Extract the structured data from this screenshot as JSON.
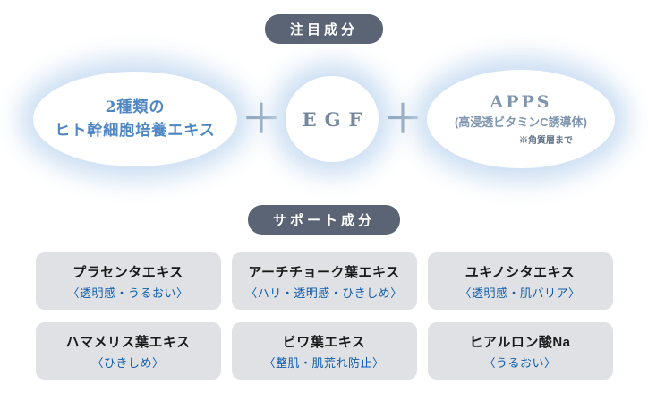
{
  "featured": {
    "badge": "注目成分",
    "plus": "＋",
    "stem_cell": {
      "line1": "2種類の",
      "line2": "ヒト幹細胞培養エキス"
    },
    "egf": "EGF",
    "apps": {
      "line1": "APPS",
      "line2": "(高浸透ビタミンC誘導体)",
      "note": "※角質層まで"
    }
  },
  "support": {
    "badge": "サポート成分",
    "cards": [
      {
        "title": "プラセンタエキス",
        "subtitle": "〈透明感・うるおい〉"
      },
      {
        "title": "アーチチョーク葉エキス",
        "subtitle": "〈ハリ・透明感・ひきしめ〉"
      },
      {
        "title": "ユキノシタエキス",
        "subtitle": "〈透明感・肌バリア〉"
      },
      {
        "title": "ハマメリス葉エキス",
        "subtitle": "〈ひきしめ〉"
      },
      {
        "title": "ビワ葉エキス",
        "subtitle": "〈整肌・肌荒れ防止〉"
      },
      {
        "title": "ヒアルロン酸Na",
        "subtitle": "〈うるおい〉"
      }
    ]
  },
  "colors": {
    "badge_bg": "#5a6474",
    "glow_blue": "#cbdef2",
    "stem_blue": "#4d86c2",
    "egf_gray_blue": "#74879c",
    "apps_gray_blue": "#7e95ad",
    "card_bg": "#e0e1e4",
    "card_sub_blue": "#0e5dad"
  }
}
